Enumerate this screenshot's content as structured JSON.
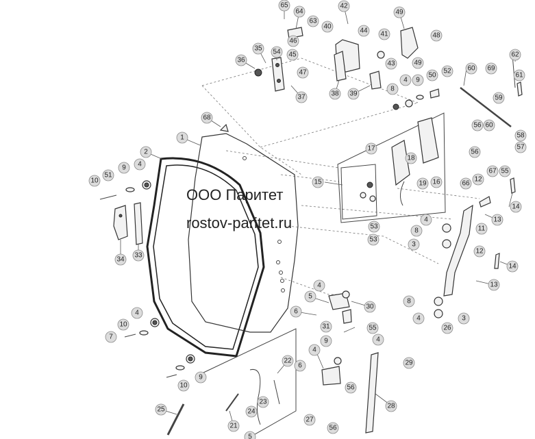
{
  "watermark": {
    "company": "ООО Паритет",
    "site": "rostov-paritet.ru"
  },
  "callouts": [
    "65",
    "64",
    "42",
    "49",
    "63",
    "40",
    "44",
    "41",
    "48",
    "46",
    "45",
    "35",
    "54",
    "36",
    "47",
    "38",
    "39",
    "43",
    "8",
    "4",
    "9",
    "50",
    "52",
    "60",
    "62",
    "69",
    "61",
    "59",
    "37",
    "49",
    "68",
    "1",
    "2",
    "9",
    "4",
    "51",
    "10",
    "15",
    "17",
    "18",
    "19",
    "16",
    "56",
    "60",
    "58",
    "56",
    "57",
    "67",
    "55",
    "66",
    "12",
    "14",
    "34",
    "33",
    "53",
    "53",
    "8",
    "3",
    "4",
    "11",
    "13",
    "12",
    "14",
    "13",
    "4",
    "5",
    "6",
    "30",
    "8",
    "4",
    "3",
    "26",
    "31",
    "55",
    "4",
    "9",
    "10",
    "7",
    "4",
    "6",
    "56",
    "22",
    "29",
    "28",
    "25",
    "24",
    "23",
    "21",
    "27",
    "56",
    "5",
    "4",
    "9",
    "10"
  ]
}
